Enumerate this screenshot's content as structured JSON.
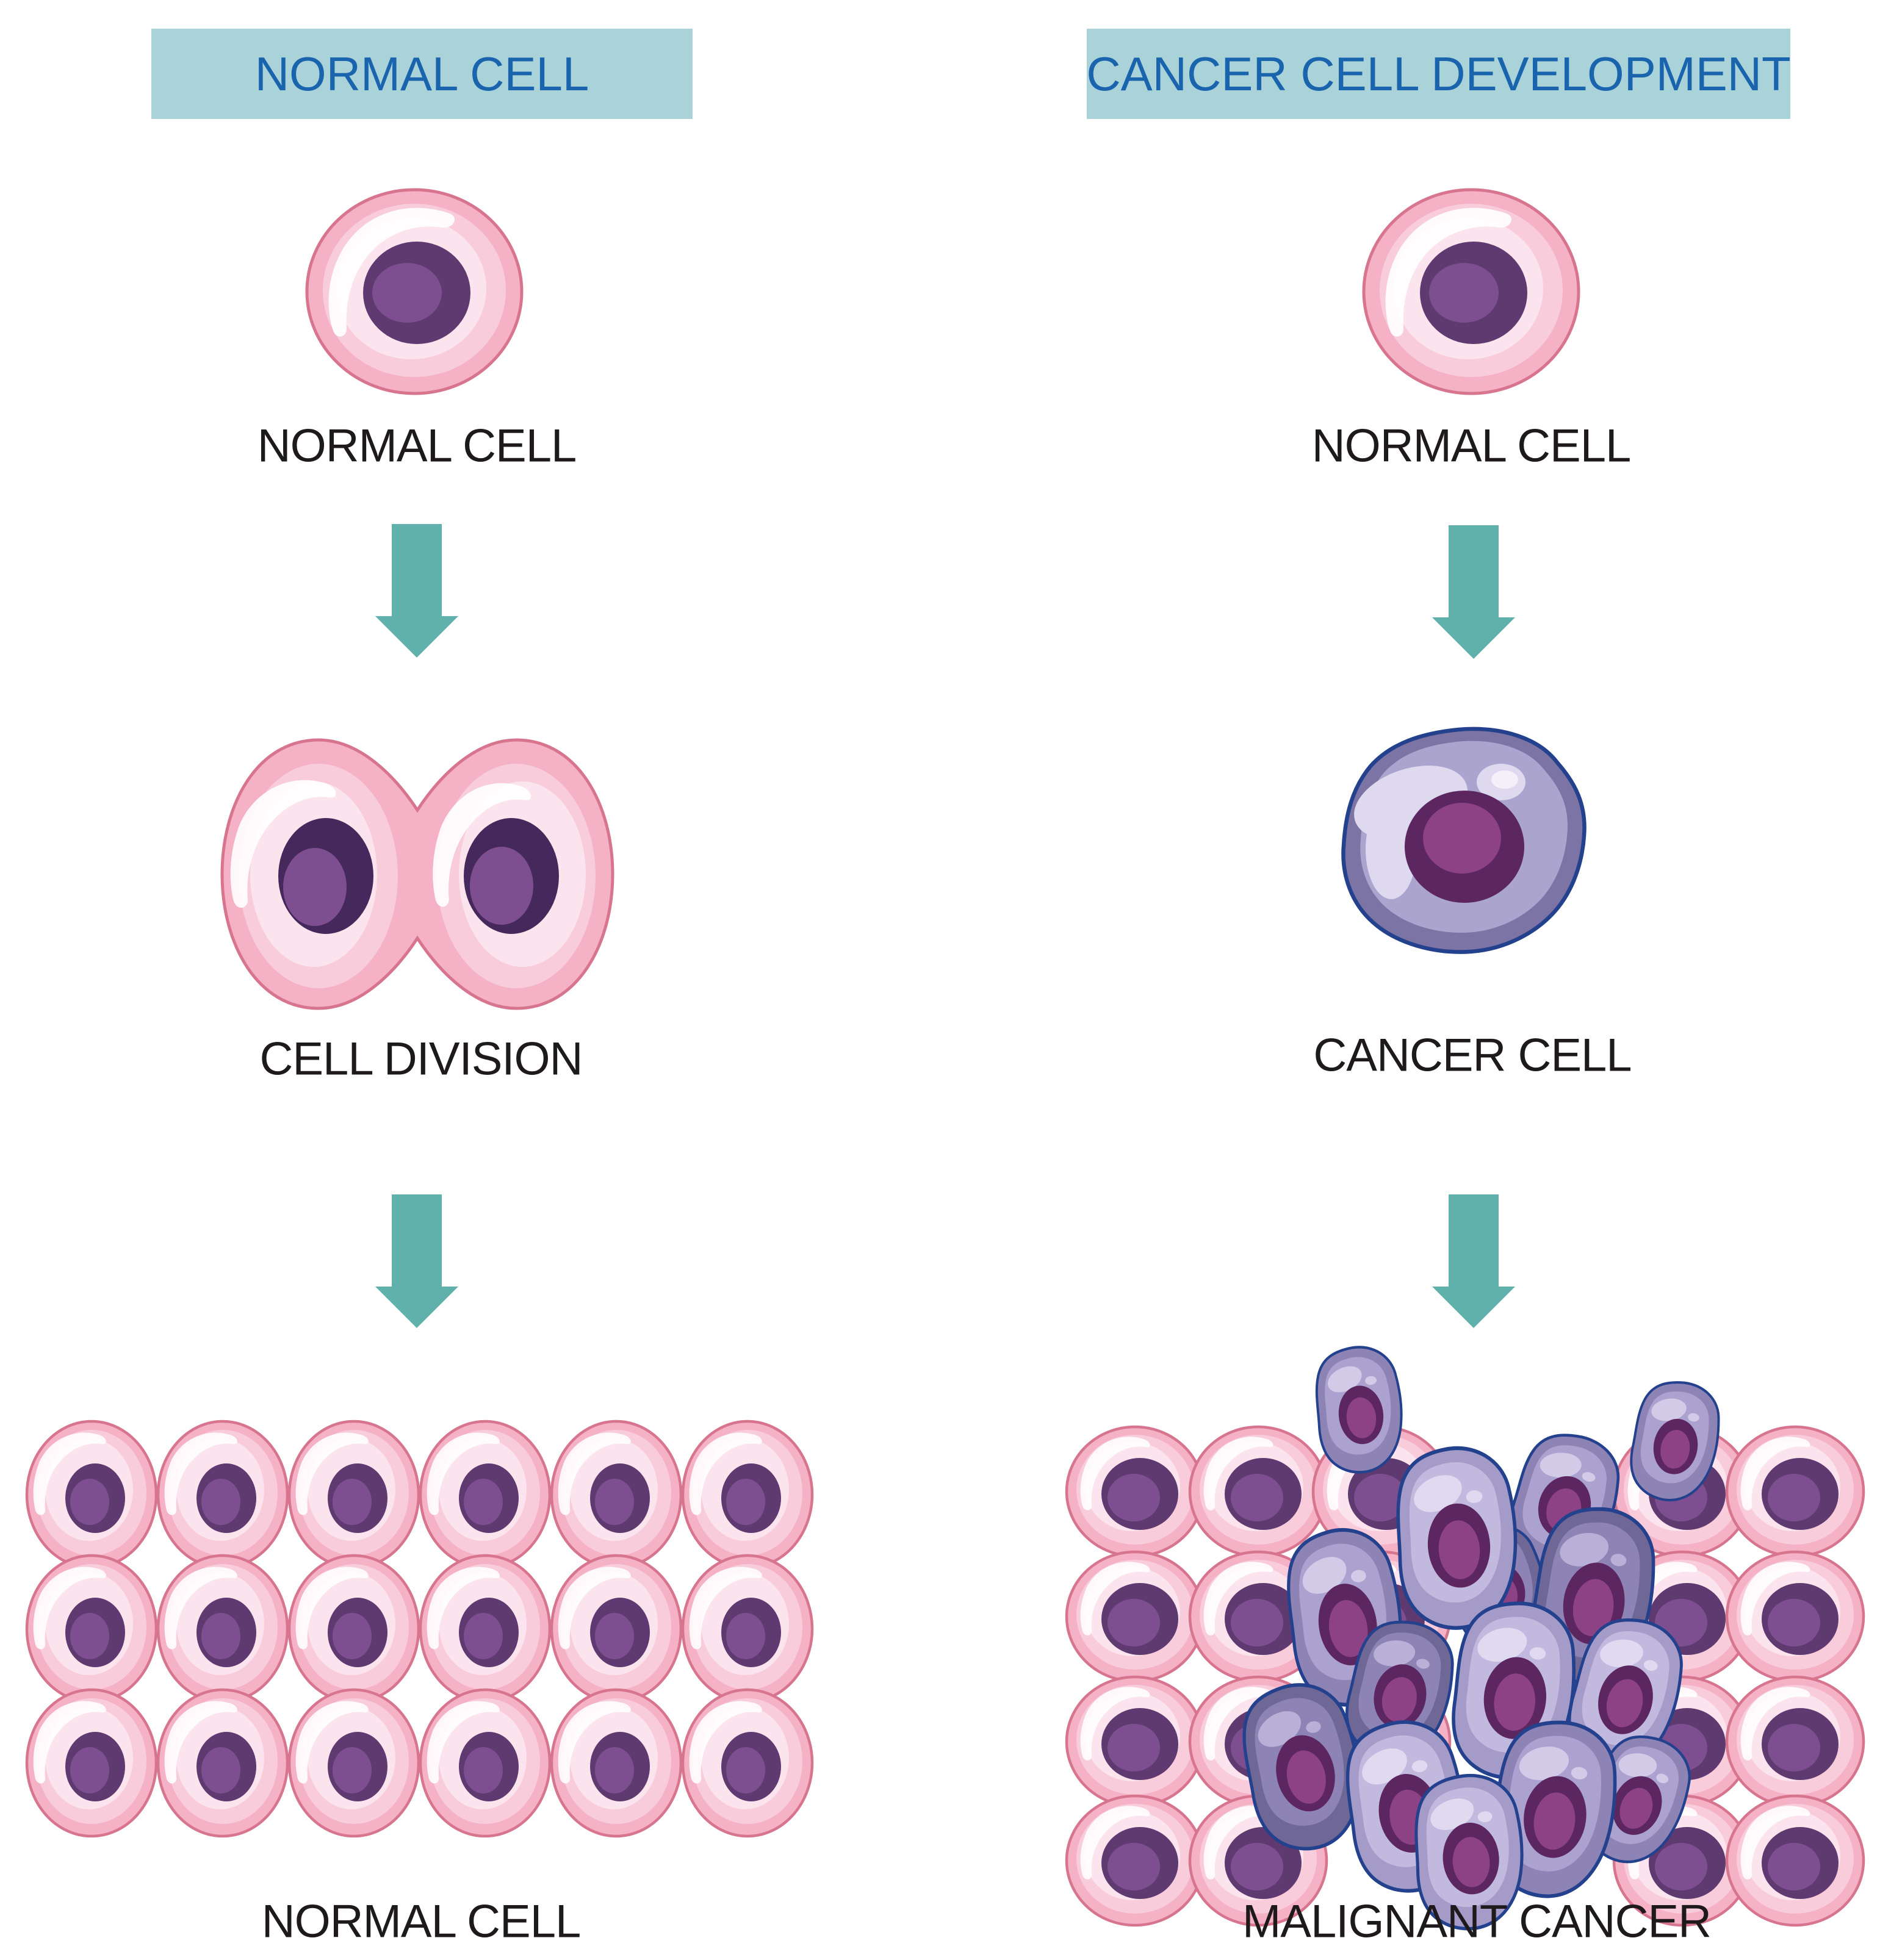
{
  "headers": {
    "left": "NORMAL CELL",
    "right": "CANCER CELL DEVELOPMENT"
  },
  "columns": {
    "left": {
      "steps": [
        {
          "caption": "NORMAL CELL",
          "illustration": "normal-cell"
        },
        {
          "caption": "CELL DIVISION",
          "illustration": "cell-division"
        },
        {
          "caption": "NORMAL CELL",
          "illustration": "normal-tissue"
        }
      ]
    },
    "right": {
      "steps": [
        {
          "caption": "NORMAL CELL",
          "illustration": "normal-cell"
        },
        {
          "caption": "CANCER CELL",
          "illustration": "cancer-cell"
        },
        {
          "caption": "MALIGNANT CANCER",
          "illustration": "malignant-tumor"
        }
      ]
    }
  },
  "icons": {
    "step_connector": "arrow-down"
  },
  "colors": {
    "header_bg": "#a9d3d9",
    "header_text": "#1a64ae",
    "caption_text": "#1e1a1c",
    "arrow": "#60b1ac",
    "pink_border": "#d8758e",
    "pink_outer": "#f5b2c6",
    "pink_mid": "#f8ccdb",
    "pink_light": "#fce4ee",
    "pink_highlight": "#ffffff",
    "nucleus_dark": "#5e3a70",
    "nucleus_mid": "#7d4f90",
    "division_nucleus_dark": "#45285c",
    "cancer_outline": "#24418e",
    "cancer_body": "#7b74a4",
    "cancer_inner": "#aba4cf",
    "cancer_highlight": "#ded9ef",
    "cancer_nucleus_dark": "#5c2660",
    "cancer_nucleus_center": "#8d4285",
    "blob_light_body": "#a49bc9",
    "blob_light_inner": "#c2bade",
    "blob_light_patch": "#e0daf1",
    "blob_mid_body": "#8d84b5",
    "blob_mid_inner": "#aba2cf",
    "blob_mid_patch": "#d2cbe8",
    "blob_dark_body": "#6f6795",
    "blob_dark_inner": "#8d84b5",
    "blob_dark_patch": "#b9b0d8"
  }
}
